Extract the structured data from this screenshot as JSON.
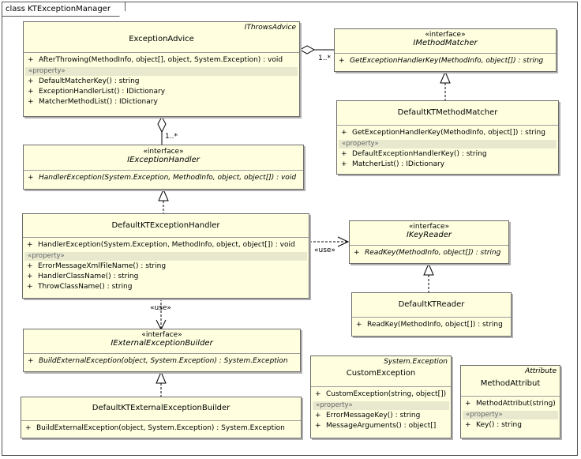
{
  "frame": {
    "title": "class KTExceptionManager"
  },
  "classes": {
    "exception_advice": {
      "name": "ExceptionAdvice",
      "template": "IThrowsAdvice",
      "methods": [
        "AfterThrowing(MethodInfo, object[], object, System.Exception) : void"
      ],
      "property_label": "«property»",
      "properties": [
        "DefaultMatcherKey() : string",
        "ExceptionHandlerList() : IDictionary",
        "MatcherMethodList() : IDictionary"
      ]
    },
    "imethod_matcher": {
      "stereotype": "«interface»",
      "name": "IMethodMatcher",
      "methods": [
        "GetExceptionHandlerKey(MethodInfo, object[]) : string"
      ]
    },
    "default_kt_method_matcher": {
      "name": "DefaultKTMethodMatcher",
      "methods": [
        "GetExceptionHandlerKey(MethodInfo, object[]) : string"
      ],
      "property_label": "«property»",
      "properties": [
        "DefaultExceptionHandlerKey() : string",
        "MatcherList() : IDictionary"
      ]
    },
    "iexception_handler": {
      "stereotype": "«interface»",
      "name": "IExceptionHandler",
      "methods": [
        "HandlerException(System.Exception, MethodInfo, object, object[]) : void"
      ]
    },
    "default_kt_exception_handler": {
      "name": "DefaultKTExceptionHandler",
      "methods": [
        "HandlerException(System.Exception, MethodInfo, object, object[]) : void"
      ],
      "property_label": "«property»",
      "properties": [
        "ErrorMessageXmlFileName() : string",
        "HandlerClassName() : string",
        "ThrowClassName() : string"
      ]
    },
    "ikey_reader": {
      "stereotype": "«interface»",
      "name": "IKeyReader",
      "methods": [
        "ReadKey(MethodInfo, object[]) : string"
      ]
    },
    "default_kt_reader": {
      "name": "DefaultKTReader",
      "methods": [
        "ReadKey(MethodInfo, object[]) : string"
      ]
    },
    "iexternal_exception_builder": {
      "stereotype": "«interface»",
      "name": "IExternalExceptionBuilder",
      "methods": [
        "BuildExternalException(object, System.Exception) : System.Exception"
      ]
    },
    "default_kt_external_exception_builder": {
      "name": "DefaultKTExternalExceptionBuilder",
      "methods": [
        "BuildExternalException(object, System.Exception) : System.Exception"
      ]
    },
    "custom_exception": {
      "name": "CustomException",
      "template": "System.Exception",
      "methods": [
        "CustomException(string, object[])"
      ],
      "property_label": "«property»",
      "properties": [
        "ErrorMessageKey() : string",
        "MessageArguments() : object[]"
      ]
    },
    "method_attribut": {
      "name": "MethodAttribut",
      "template": "Attribute",
      "methods": [
        "MethodAttribut(string)"
      ],
      "property_label": "«property»",
      "properties": [
        "Key() : string"
      ]
    }
  },
  "visibility_symbol": "+",
  "relations": {
    "advice_matcher_multiplicity": "1..*",
    "advice_handler_multiplicity": "1..*",
    "handler_keyreader_label": "«use»",
    "handler_builder_label": "«use»"
  }
}
